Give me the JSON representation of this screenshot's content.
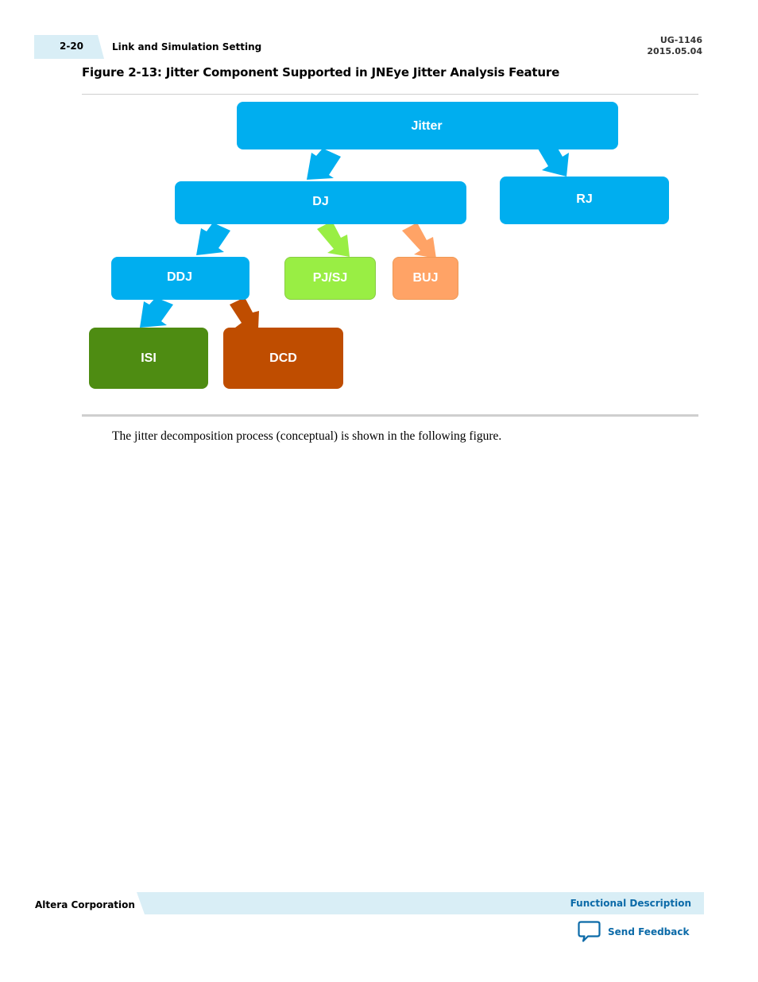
{
  "header": {
    "page_number": "2-20",
    "section_title": "Link and Simulation Setting",
    "doc_id": "UG-1146",
    "doc_date": "2015.05.04"
  },
  "figure": {
    "caption": "Figure 2-13: Jitter Component Supported in JNEye Jitter Analysis Feature",
    "nodes": {
      "jitter": "Jitter",
      "dj": "DJ",
      "rj": "RJ",
      "ddj": "DDJ",
      "pjsj": "PJ/SJ",
      "buj": "BUJ",
      "isi": "ISI",
      "dcd": "DCD"
    },
    "colors": {
      "blue": "#00aeef",
      "light_green": "#99ee44",
      "orange": "#ffa366",
      "dark_green": "#4e8c12",
      "rust": "#bf4d00"
    }
  },
  "body": {
    "paragraph": "The jitter decomposition process (conceptual) is shown in the following figure."
  },
  "footer": {
    "company": "Altera Corporation",
    "chapter_link": "Functional Description",
    "feedback_label": "Send Feedback",
    "feedback_icon": "speech-bubble-icon"
  }
}
